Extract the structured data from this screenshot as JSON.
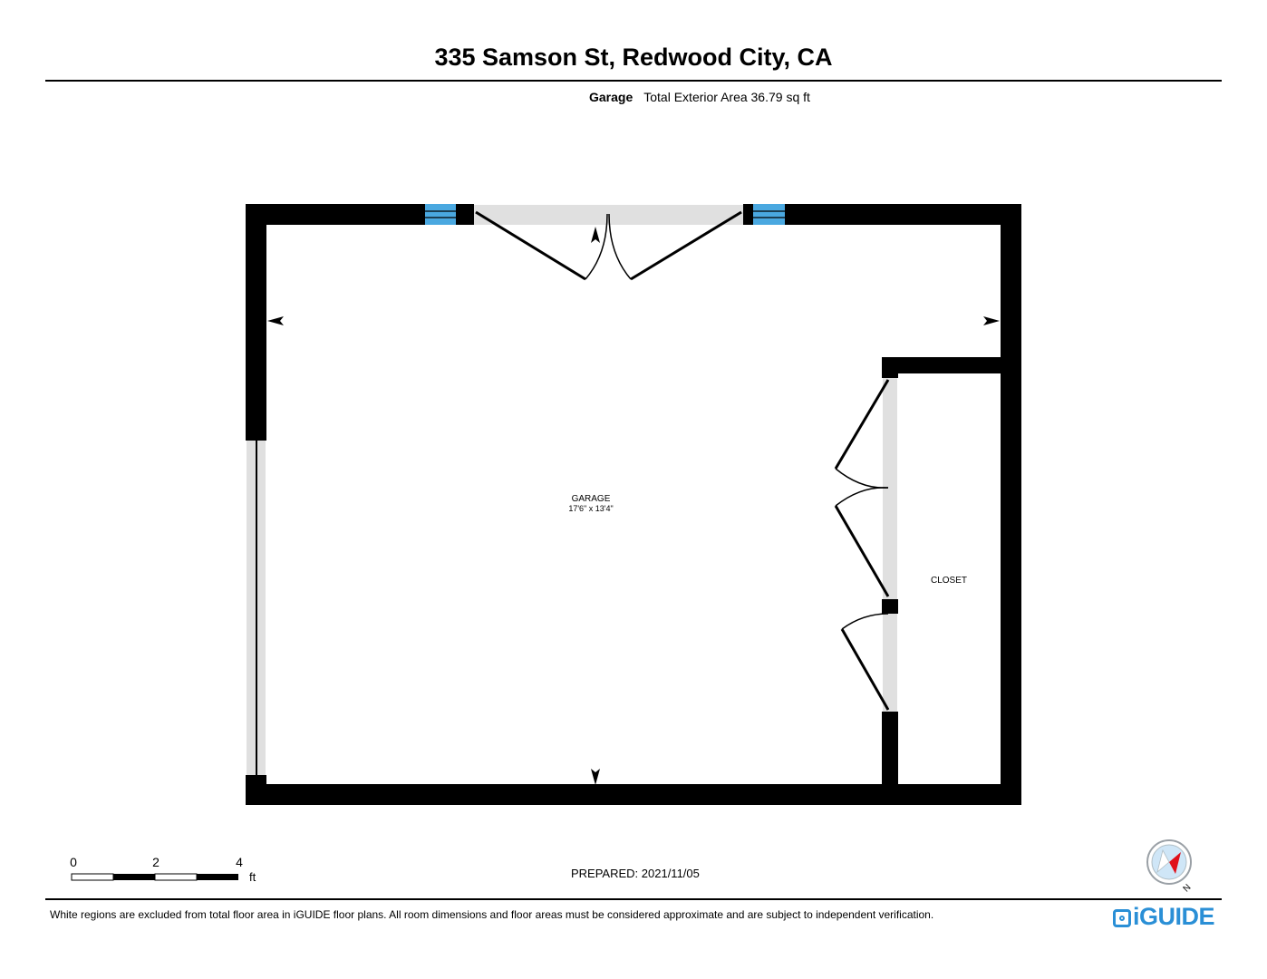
{
  "header": {
    "title": "335 Samson St, Redwood City, CA",
    "floor_label": "Garage",
    "area_text": "Total Exterior Area 36.79 sq ft"
  },
  "rooms": [
    {
      "name": "GARAGE",
      "dimensions": "17'6\" x 13'4\""
    },
    {
      "name": "CLOSET",
      "dimensions": ""
    }
  ],
  "scale_bar": {
    "ticks": [
      "0",
      "2",
      "4"
    ],
    "unit": "ft"
  },
  "prepared": "PREPARED: 2021/11/05",
  "disclaimer": "White regions are excluded from total floor area in iGUIDE floor plans. All room dimensions and floor areas must be considered approximate and are subject to independent verification.",
  "brand": "iGUIDE",
  "compass": {
    "label": "N",
    "icon": "compass-icon"
  },
  "colors": {
    "wall": "#000000",
    "window": "#4aa8e0",
    "opening": "#e0e0e0",
    "compass_needle": "#e0101a"
  }
}
